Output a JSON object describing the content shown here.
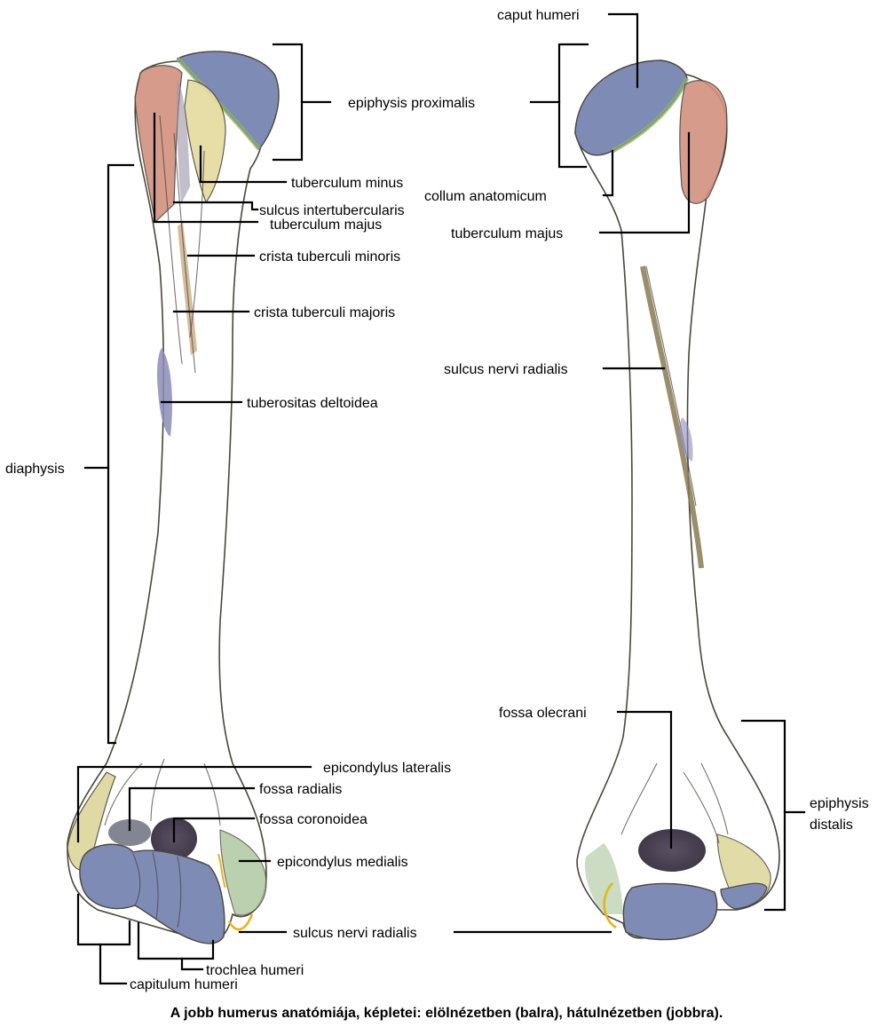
{
  "caption": "A jobb humerus anatómiája, képletei: elölnézetben (balra), hátulnézetben (jobbra).",
  "labels": {
    "epiphysis_proximalis": "epiphysis proximalis",
    "tuberculum_minus": "tuberculum minus",
    "sulcus_intertubercularis": "sulcus intertubercularis",
    "tuberculum_majus_front": "tuberculum majus",
    "crista_tuberculi_minoris": "crista tuberculi minoris",
    "crista_tuberculi_majoris": "crista tuberculi majoris",
    "tuberositas_deltoidea": "tuberositas deltoidea",
    "diaphysis": "diaphysis",
    "epicondylus_lateralis": "epicondylus lateralis",
    "fossa_radialis": "fossa radialis",
    "fossa_coronoidea": "fossa coronoidea",
    "epicondylus_medialis": "epicondylus medialis",
    "sulcus_nervi_radialis_bottom": "sulcus nervi radialis",
    "trochlea_humeri": "trochlea humeri",
    "capitulum_humeri": "capitulum humeri",
    "caput_humeri": "caput humeri",
    "collum_anatomicum": "collum anatomicum",
    "tuberculum_majus_back": "tuberculum majus",
    "sulcus_nervi_radialis_back": "sulcus nervi radialis",
    "fossa_olecrani": "fossa olecrani",
    "epiphysis_distalis_1": "epiphysis",
    "epiphysis_distalis_2": "distalis"
  },
  "colors": {
    "bone": "#c6c2ae",
    "bone_shadow": "#9a988a",
    "head": "#7e8bb5",
    "tuberculum_majus": "#d2917e",
    "tuberculum_minus": "#e6dca2",
    "crista": "#c7a67c",
    "deltoid": "#8c8cb8",
    "epicondyle": "#dcd59a",
    "fossa": "#4f4659",
    "green_line": "#8fb06e",
    "nerve": "#e6b417",
    "radial_groove": "#8a7a52"
  }
}
